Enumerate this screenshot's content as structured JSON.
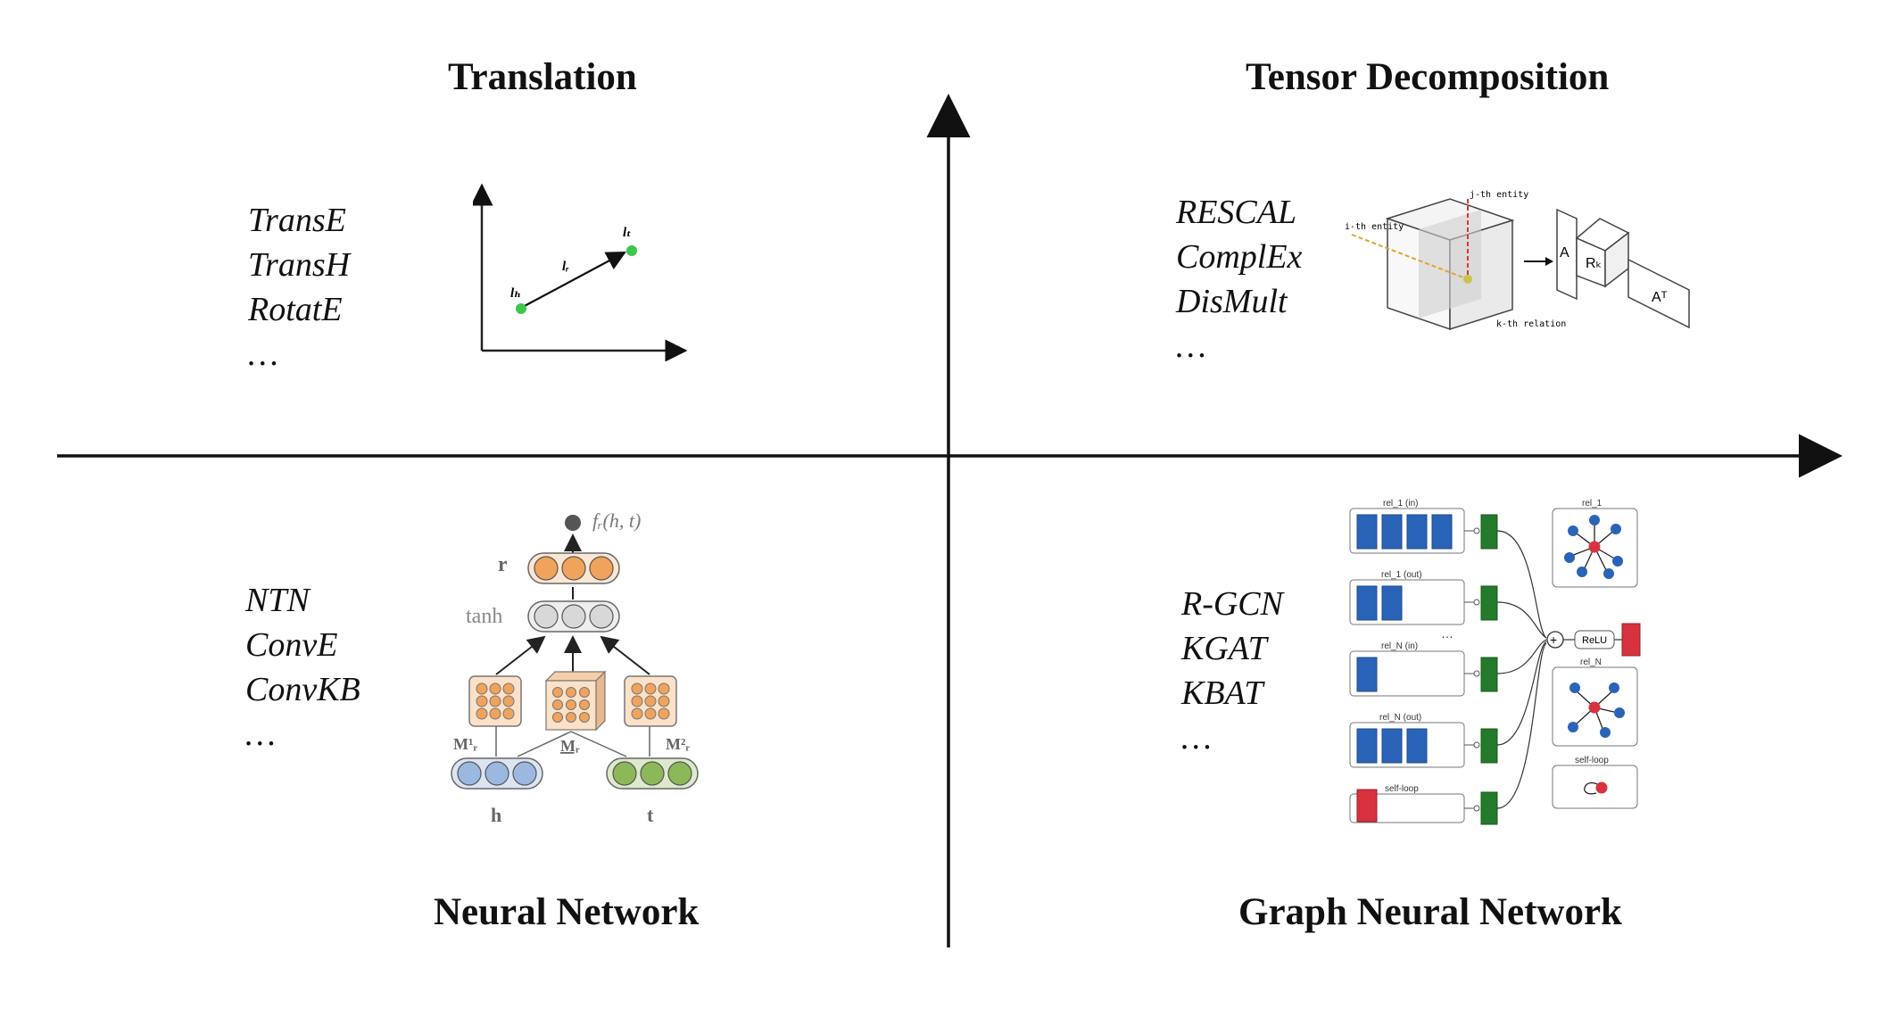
{
  "quadrants": {
    "top_left": {
      "title": "Translation",
      "methods": [
        "TransE",
        "TransH",
        "RotatE",
        "…"
      ],
      "figure": {
        "head_label": "lₕ",
        "rel_label": "lᵣ",
        "tail_label": "lₜ"
      }
    },
    "top_right": {
      "title": "Tensor Decomposition",
      "methods": [
        "RESCAL",
        "ComplEx",
        "DisMult",
        "…"
      ],
      "figure": {
        "j_label": "j-th entity",
        "i_label": "i-th entity",
        "k_label": "k-th relation",
        "a_label": "A",
        "r_label": "Rₖ",
        "at_label": "Aᵀ"
      }
    },
    "bottom_left": {
      "title": "Neural Network",
      "methods": [
        "NTN",
        "ConvE",
        "ConvKB",
        "…"
      ],
      "figure": {
        "score_label": "fᵣ(h, t)",
        "r_label": "r",
        "tanh_label": "tanh",
        "h_label": "h",
        "t_label": "t",
        "m1_label": "M¹ᵣ",
        "m_label": "Mᵣ",
        "m2_label": "M²ᵣ"
      }
    },
    "bottom_right": {
      "title": "Graph Neural Network",
      "methods": [
        "R-GCN",
        "KGAT",
        "KBAT",
        "…"
      ],
      "figure": {
        "groups": [
          "rel_1 (in)",
          "rel_1 (out)",
          "rel_N (in)",
          "rel_N (out)",
          "self-loop"
        ],
        "ellipsis": "…",
        "relu_label": "ReLU",
        "sum_symbol": "+",
        "right_labels": [
          "rel_1",
          "rel_N",
          "self-loop"
        ]
      }
    }
  },
  "colors": {
    "axis": "#111111",
    "green": "#3cc84a",
    "blue": "#2a64b8",
    "dark_green": "#237a2a",
    "red": "#d8323f",
    "orange": "#f0a35c",
    "gray_node": "#d8d8d8",
    "light_blue": "#9bb8e0",
    "light_green": "#8cb858"
  }
}
